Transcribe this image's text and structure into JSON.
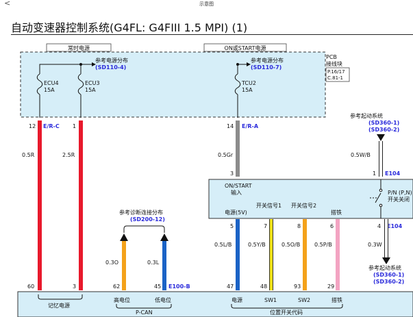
{
  "header": {
    "back_glyph": "<",
    "caption": "示意图",
    "title": "自动变速器控制系统(G4FL: G4FIII 1.5 MPI) (1)"
  },
  "pcb": {
    "power_always": "常时电源",
    "power_on": "ON或START电源",
    "name": "PCB",
    "name2": "接线块",
    "page_ref1": "P.16/17",
    "page_ref2": "C.81-1",
    "ref_dist": "参考电源分布",
    "ref_sd1104": "(SD110-4)",
    "ref_sd1107": "(SD110-7)"
  },
  "fuses": [
    {
      "name": "ECU4",
      "amp": "15A"
    },
    {
      "name": "ECU3",
      "amp": "15A"
    },
    {
      "name": "TCU2",
      "amp": "15A"
    }
  ],
  "top_pins": {
    "p12": "12",
    "p1": "1",
    "p14": "14",
    "p1b": "1",
    "erc": "E/R-C",
    "era": "E/R-A",
    "e104": "E104",
    "e104b": "E104"
  },
  "wires": {
    "w05r": "0.5R",
    "w25r": "2.5R",
    "w05gr": "0.5Gr",
    "w05wb": "0.5W/B",
    "w05lb": "0.5L/B",
    "w05yb": "0.5Y/B",
    "w05ob": "0.5O/B",
    "w05pb": "0.5P/B",
    "w03w": "0.3W",
    "w03o": "0.3O",
    "w03l": "0.3L"
  },
  "start_ref": {
    "label": "参考起动系统",
    "r1": "(SD360-1)",
    "r2": "(SD360-2)"
  },
  "switch_box": {
    "on_start": "ON/START",
    "input": "输入",
    "pn1": "P/N (P,N)",
    "pn2": "开关关闭",
    "power5v": "电源(5V)",
    "sig1": "开关信号1",
    "sig2": "开关信号2",
    "gnd": "搭铁",
    "pin3": "3",
    "pin1": "1",
    "pin5": "5",
    "pin7": "7",
    "pin8": "8",
    "pin6": "6",
    "pin4": "4"
  },
  "diag_ref": {
    "label": "参考诊断连接分布",
    "ref": "(SD200-12)"
  },
  "bottom": {
    "pins": [
      "60",
      "3",
      "62",
      "45",
      "47",
      "48",
      "93",
      "29"
    ],
    "e100b": "E100-B",
    "mem_power": "记忆电源",
    "high": "高电位",
    "low": "低电位",
    "pcan": "P-CAN",
    "power": "电源",
    "sw1": "SW1",
    "sw2": "SW2",
    "gnd": "搭铁",
    "pos_code": "位置开关代码"
  },
  "colors": {
    "red": "#e8192c",
    "gray": "#8c8c8c",
    "orange": "#f4a21a",
    "blue": "#1b63c6",
    "yellow": "#f2e21a",
    "pink": "#f3a4c2",
    "white": "#ffffff",
    "box_fill": "#d6eef8",
    "ref_blue": "#2a2adb",
    "code_blue": "#2a2adb"
  }
}
